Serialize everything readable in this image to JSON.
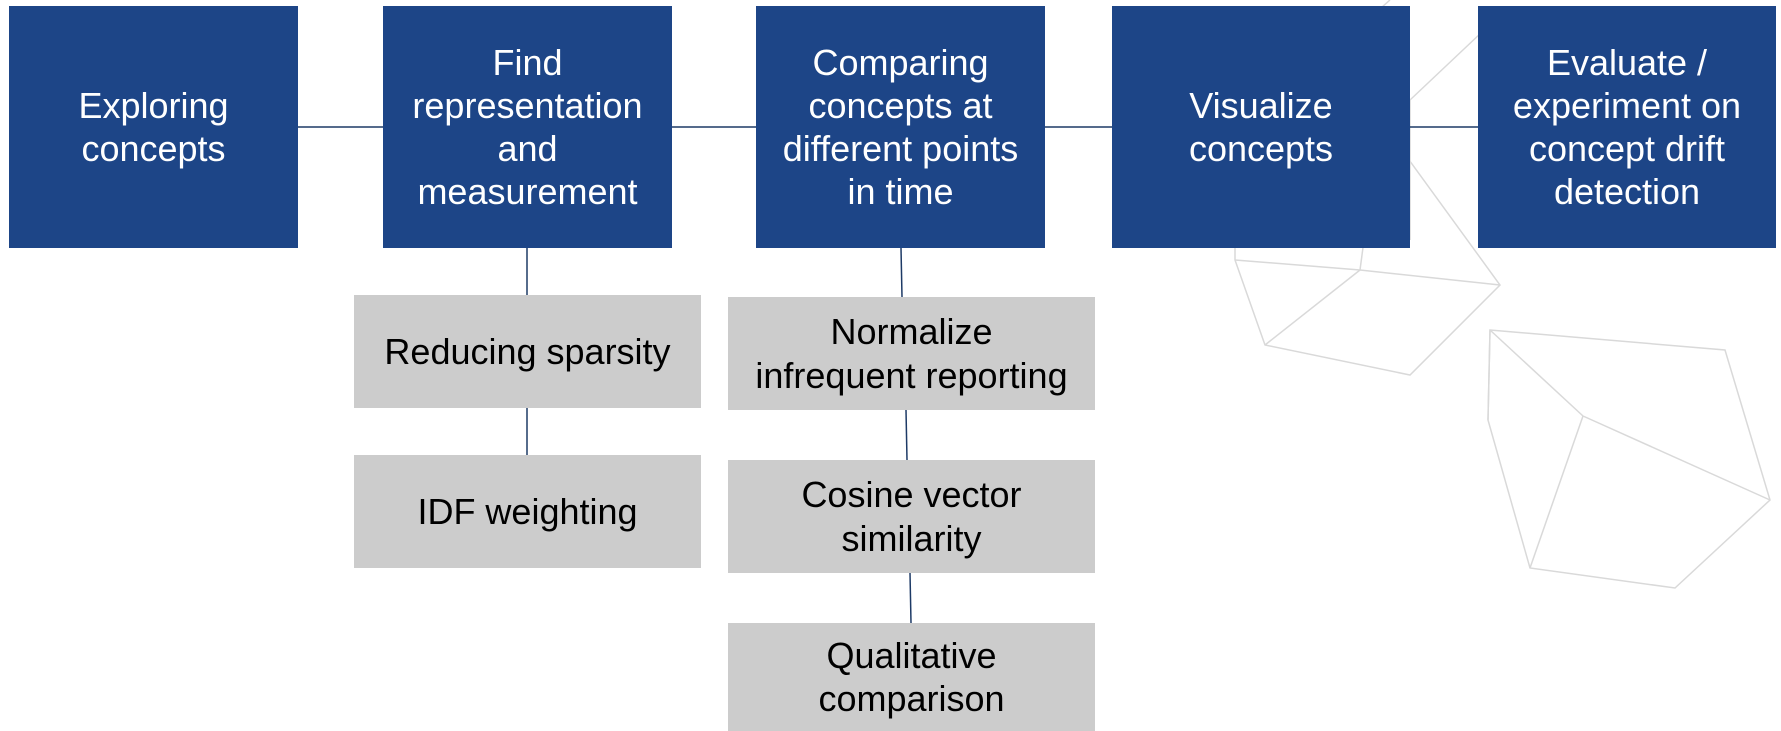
{
  "colors": {
    "main_box": "#1d4587",
    "sub_box": "#cccccc",
    "connector": "#1d3a66",
    "cube_outline": "#d9d9d9"
  },
  "main_steps": [
    {
      "label": "Exploring\nconcepts"
    },
    {
      "label": "Find\nrepresentation\nand\nmeasurement"
    },
    {
      "label": "Comparing\nconcepts at\ndifferent points\nin time"
    },
    {
      "label": "Visualize\nconcepts"
    },
    {
      "label": "Evaluate /\nexperiment on\nconcept drift\ndetection"
    }
  ],
  "representation_substeps": [
    {
      "label": "Reducing sparsity"
    },
    {
      "label": "IDF weighting"
    }
  ],
  "comparison_substeps": [
    {
      "label": "Normalize\ninfrequent reporting"
    },
    {
      "label": "Cosine vector\nsimilarity"
    },
    {
      "label": "Qualitative\ncomparison"
    }
  ]
}
